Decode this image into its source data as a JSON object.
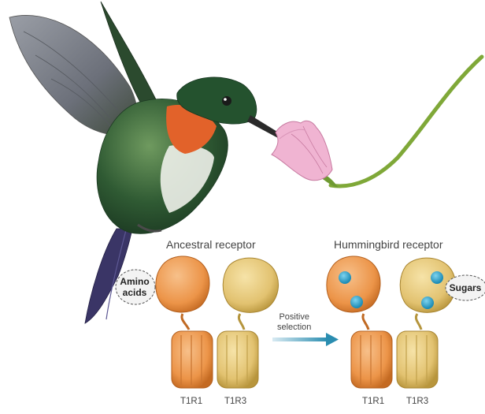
{
  "labels": {
    "ancestral_title": "Ancestral receptor",
    "hummingbird_title": "Hummingbird receptor",
    "amino_acids": "Amino acids",
    "sugars": "Sugars",
    "positive_selection_line1": "Positive",
    "positive_selection_line2": "selection",
    "t1r1_left": "T1R1",
    "t1r3_left": "T1R3",
    "t1r1_right": "T1R1",
    "t1r3_right": "T1R3"
  },
  "colors": {
    "t1r1_orange": "#f0a25a",
    "t1r3_yellow": "#e8c97a",
    "binding_site_blue": "#2aa0c8",
    "arrow_teal": "#2a8db0",
    "bird_green": "#2f5a33",
    "throat_orange": "#e2622a",
    "flower_pink": "#f0b4d2",
    "stem_green": "#7fa838"
  },
  "icons": [
    "hummingbird-illustration",
    "flower-illustration",
    "receptor-protein-shape",
    "arrow-right-icon"
  ]
}
